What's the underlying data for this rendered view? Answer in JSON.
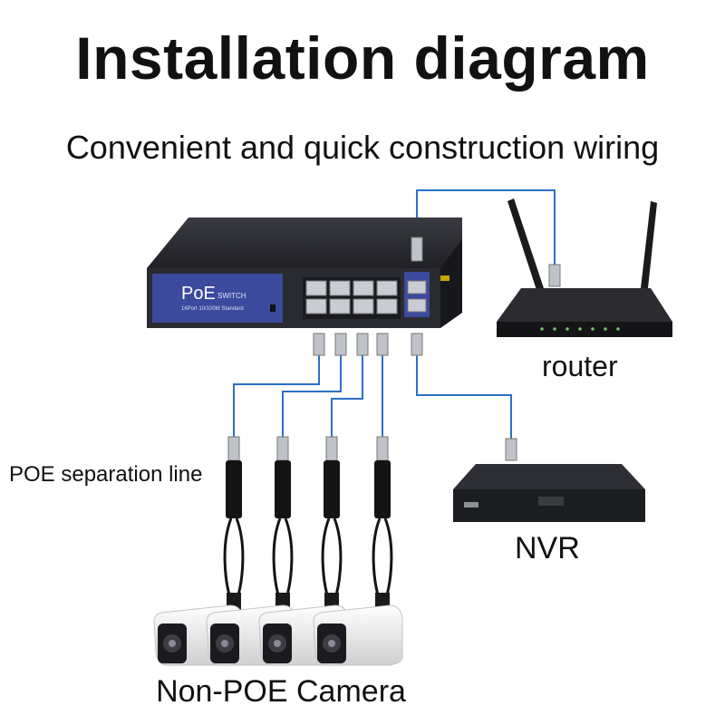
{
  "diagram": {
    "title": "Installation diagram",
    "subtitle": "Convenient and quick construction wiring",
    "labels": {
      "router": "router",
      "separation_line": "POE separation line",
      "nvr": "NVR",
      "camera": "Non-POE Camera"
    },
    "switch": {
      "brand": "PoE",
      "brand_suffix": "SWITCH",
      "model": "16Port 10/100M Standard"
    },
    "colors": {
      "cable": "#2f6fc4",
      "switch_body": "#25262c",
      "switch_panel": "#3b4a9c",
      "device_black": "#1e1e22",
      "camera_white": "#f2f2f2"
    }
  }
}
